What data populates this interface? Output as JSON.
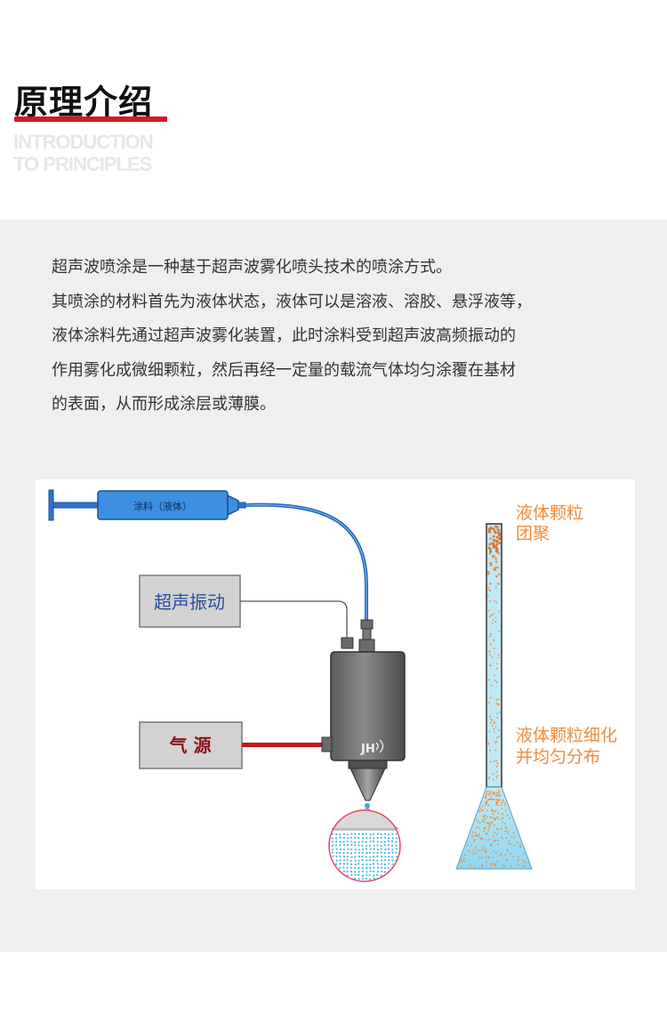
{
  "header": {
    "title": "原理介绍",
    "subtitle_line1": "INTRODUCTION",
    "subtitle_line2": "TO PRINCIPLES"
  },
  "intro": {
    "lines": [
      "超声波喷涂是一种基于超声波雾化喷头技术的喷涂方式。",
      "其喷涂的材料首先为液体状态，液体可以是溶液、溶胶、悬浮液等，",
      "液体涂料先通过超声波雾化装置，此时涂料受到超声波高频振动的",
      "作用雾化成微细颗粒，然后再经一定量的载流气体均匀涂覆在基材",
      "的表面，从而形成涂层或薄膜。"
    ]
  },
  "diagram": {
    "syringe_label": "涂料（液体）",
    "ultrasonic_label": "超声振动",
    "gas_label": "气  源",
    "nozzle_logo": "JH",
    "agglomerate_line1": "液体颗粒",
    "agglomerate_line2": "团聚",
    "refined_line1": "液体颗粒细化",
    "refined_line2": "并均匀分布",
    "colors": {
      "syringe_blue": "#3d8fe0",
      "tube_blue": "#1e63b8",
      "gas_red": "#c4161c",
      "orange_text": "#f08c3c",
      "mist_blue": "#7fd3ee"
    }
  }
}
